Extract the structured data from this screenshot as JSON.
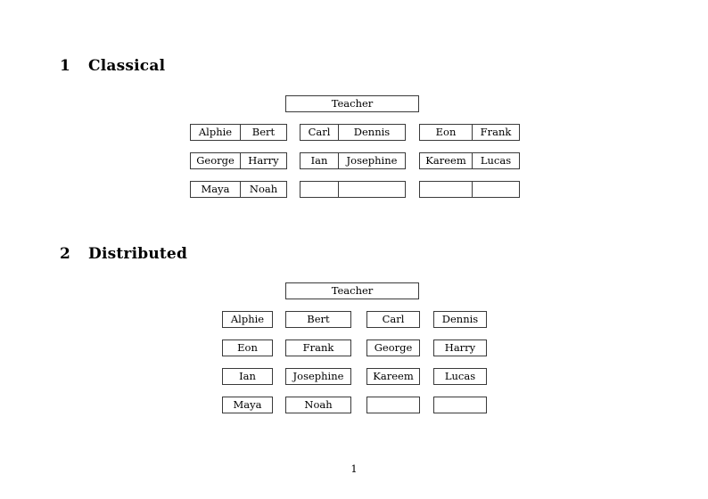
{
  "document": {
    "page_number": "1",
    "background_color": "#ffffff",
    "text_color": "#000000",
    "border_color": "#3a3a3a"
  },
  "sections": [
    {
      "number": "1",
      "title": "Classical",
      "root": {
        "label": "Teacher"
      },
      "layout": "grouped-pairs",
      "rows": [
        {
          "groups": [
            {
              "cells": [
                "Alphie",
                "Bert"
              ]
            },
            {
              "cells": [
                "Carl",
                "Dennis"
              ]
            },
            {
              "cells": [
                "Eon",
                "Frank"
              ]
            }
          ]
        },
        {
          "groups": [
            {
              "cells": [
                "George",
                "Harry"
              ]
            },
            {
              "cells": [
                "Ian",
                "Josephine"
              ]
            },
            {
              "cells": [
                "Kareem",
                "Lucas"
              ]
            }
          ]
        },
        {
          "groups": [
            {
              "cells": [
                "Maya",
                "Noah"
              ]
            },
            {
              "cells": [
                "",
                ""
              ]
            },
            {
              "cells": [
                "",
                ""
              ]
            }
          ]
        }
      ]
    },
    {
      "number": "2",
      "title": "Distributed",
      "root": {
        "label": "Teacher"
      },
      "layout": "separate-boxes",
      "rows": [
        {
          "cells": [
            "Alphie",
            "Bert",
            "Carl",
            "Dennis"
          ]
        },
        {
          "cells": [
            "Eon",
            "Frank",
            "George",
            "Harry"
          ]
        },
        {
          "cells": [
            "Ian",
            "Josephine",
            "Kareem",
            "Lucas"
          ]
        },
        {
          "cells": [
            "Maya",
            "Noah",
            "",
            ""
          ]
        }
      ]
    }
  ]
}
